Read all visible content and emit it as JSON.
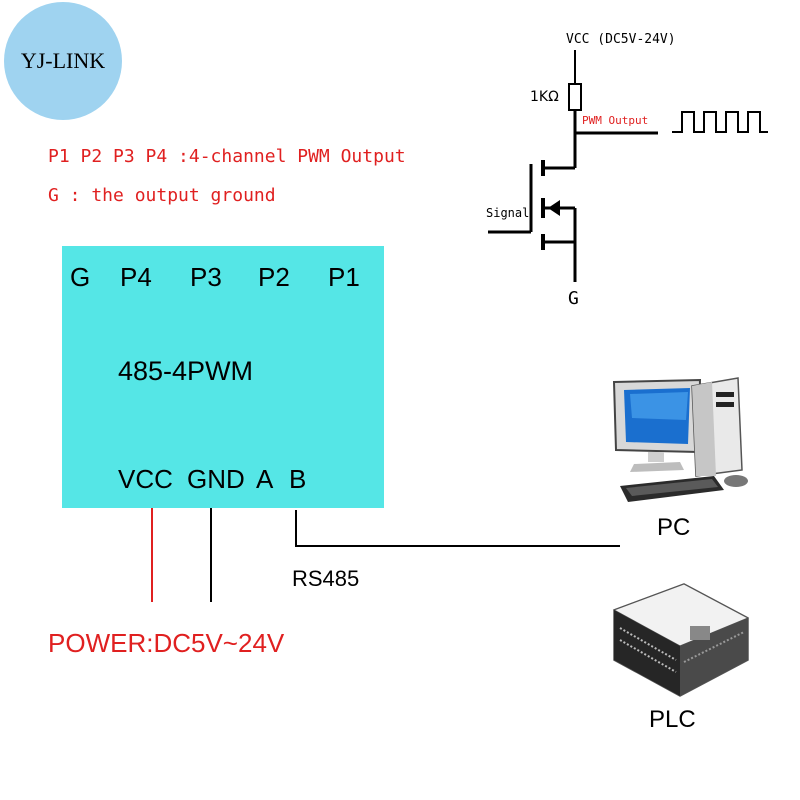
{
  "logo": {
    "text": "YJ-LINK"
  },
  "description": {
    "line1": "P1 P2 P3 P4 :4-channel PWM Output",
    "line2": "G : the output ground"
  },
  "module": {
    "model": "485-4PWM",
    "top_pins": [
      "G",
      "P4",
      "P3",
      "P2",
      "P1"
    ],
    "bottom_pins": [
      "VCC",
      "GND",
      "A",
      "B"
    ]
  },
  "bus_label": "RS485",
  "power_label": "POWER:DC5V~24V",
  "devices": {
    "pc": "PC",
    "plc": "PLC"
  },
  "circuit": {
    "vcc_label": "VCC (DC5V-24V)",
    "resistor_label": "1KΩ",
    "output_label": "PWM Output",
    "signal_label": "Signal",
    "ground_label": "G"
  },
  "colors": {
    "module": "#55e6e6",
    "accent_red": "#e02020",
    "logo_circle": "#9fd3f0"
  }
}
